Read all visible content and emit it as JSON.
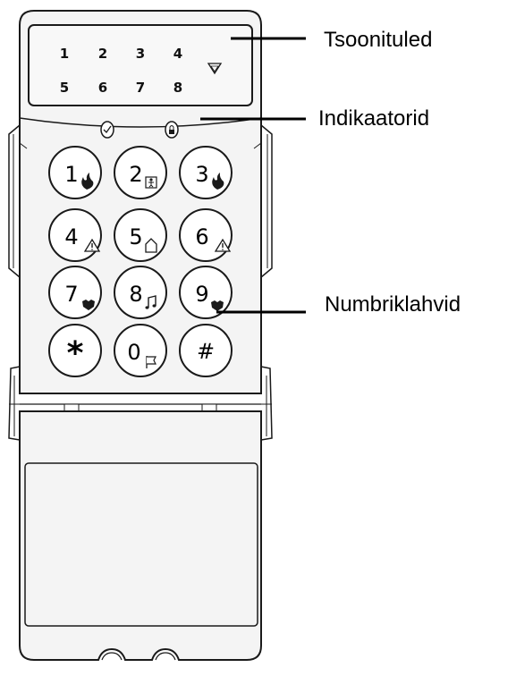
{
  "labels": {
    "zone_lights": "Tsoonituled",
    "indicators": "Indikaatorid",
    "number_keys": "Numbriklahvid"
  },
  "zone_lights": {
    "row1": [
      "1",
      "2",
      "3",
      "4"
    ],
    "row2": [
      "5",
      "6",
      "7",
      "8"
    ]
  },
  "indicator_icons": [
    "check-icon",
    "lock-icon"
  ],
  "keys": [
    {
      "label": "1",
      "icon": "fire-icon"
    },
    {
      "label": "2",
      "icon": "panic-person-icon"
    },
    {
      "label": "3",
      "icon": "fire-icon"
    },
    {
      "label": "4",
      "icon": "warning-triangle-icon"
    },
    {
      "label": "5",
      "icon": "house-icon"
    },
    {
      "label": "6",
      "icon": "warning-triangle-icon"
    },
    {
      "label": "7",
      "icon": "police-badge-icon"
    },
    {
      "label": "8",
      "icon": "music-note-icon"
    },
    {
      "label": "9",
      "icon": "police-badge-icon"
    },
    {
      "label": "*",
      "icon": ""
    },
    {
      "label": "0",
      "icon": "flag-icon"
    },
    {
      "label": "#",
      "icon": ""
    }
  ],
  "colors": {
    "outline": "#1a1a1a",
    "device_fill": "#f4f4f4",
    "key_fill": "#ffffff"
  }
}
